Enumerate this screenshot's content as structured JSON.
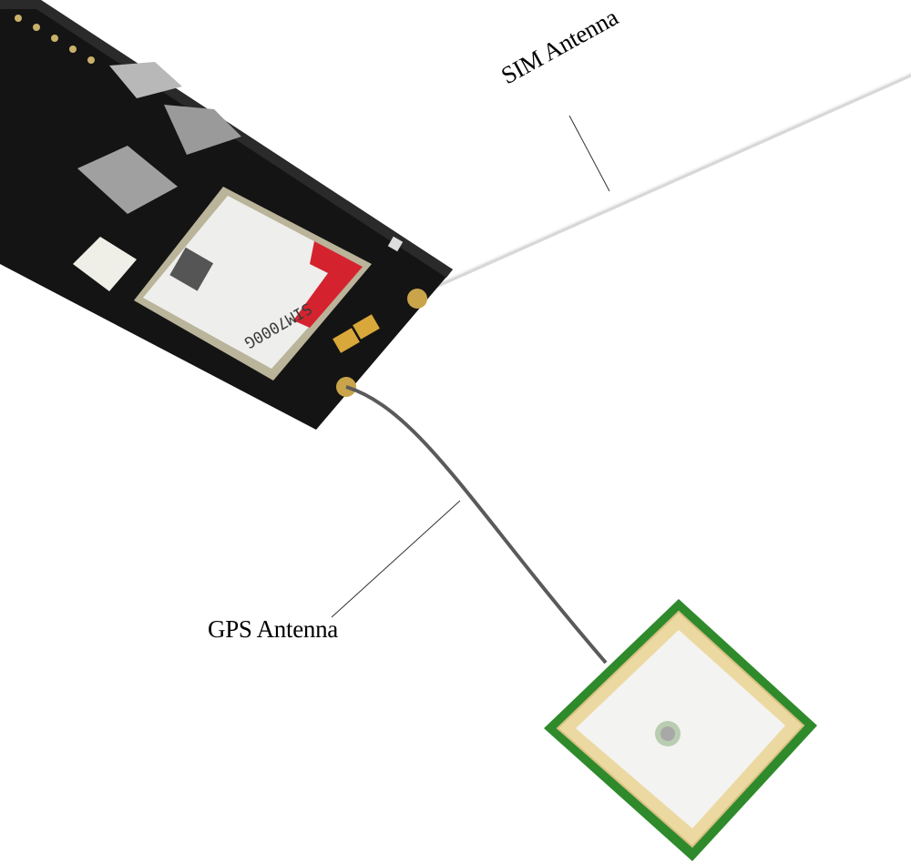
{
  "labels": {
    "sim_antenna": "SIM Antenna",
    "gps_antenna": "GPS Antenna"
  },
  "module": {
    "name": "SIM7000G"
  },
  "colors": {
    "board": "#141414",
    "module_shield": "#eeeeec",
    "module_logo": "#d4232f",
    "gps_patch_pcb": "#2f8a2c",
    "gps_patch_ceramic": "#ecd9a2",
    "sim_wire": "#e6e6e6",
    "gps_cable": "#555555"
  }
}
